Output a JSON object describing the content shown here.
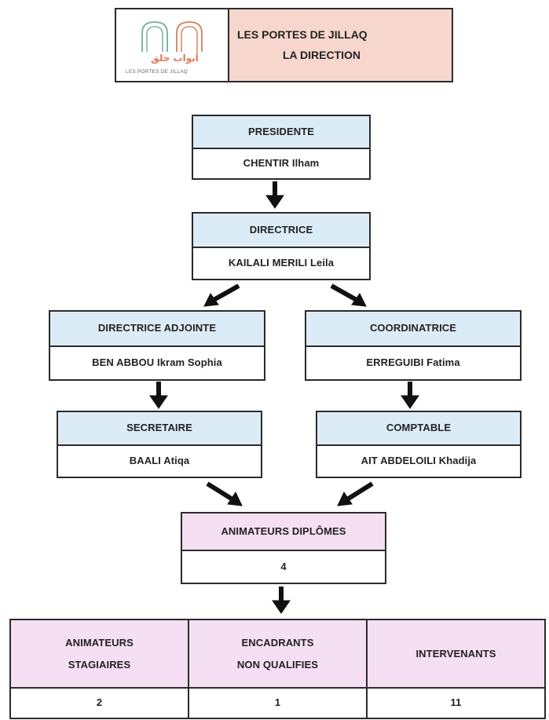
{
  "header": {
    "title_line1": "LES PORTES DE JILLAQ",
    "title_line2": "LA DIRECTION",
    "logo": {
      "icon": "double-arch-icon",
      "arabic_text": "أبواب جلق",
      "caption": "LES PORTES DE JILLAQ"
    }
  },
  "org": {
    "presidente": {
      "role": "PRESIDENTE",
      "name": "CHENTIR Ilham"
    },
    "directrice": {
      "role": "DIRECTRICE",
      "name": "KAILALI MERILI Leila"
    },
    "directrice_adjointe": {
      "role": "DIRECTRICE ADJOINTE",
      "name": "BEN ABBOU Ikram Sophia"
    },
    "coordinatrice": {
      "role": "COORDINATRICE",
      "name": "ERREGUIBI Fatima"
    },
    "secretaire": {
      "role": "SECRETAIRE",
      "name": "BAALI Atiqa"
    },
    "comptable": {
      "role": "COMPTABLE",
      "name": "AIT ABDELOILI Khadija"
    },
    "animateurs_diplomes": {
      "role": "ANIMATEURS DIPLÔMES",
      "value": "4"
    },
    "bottom": [
      {
        "role_line1": "ANIMATEURS",
        "role_line2": "STAGIAIRES",
        "value": "2"
      },
      {
        "role_line1": "ENCADRANTS",
        "role_line2": "NON QUALIFIES",
        "value": "1"
      },
      {
        "role_line1": "INTERVENANTS",
        "role_line2": "",
        "value": "11"
      }
    ]
  },
  "colors": {
    "header_title_bg": "#f7d7cd",
    "role_blue_bg": "#dcecf7",
    "role_pink_bg": "#f5dff2",
    "border": "#2b2b2b",
    "logo_accent": "#e07a55",
    "logo_arch": "#7fb5a6"
  }
}
